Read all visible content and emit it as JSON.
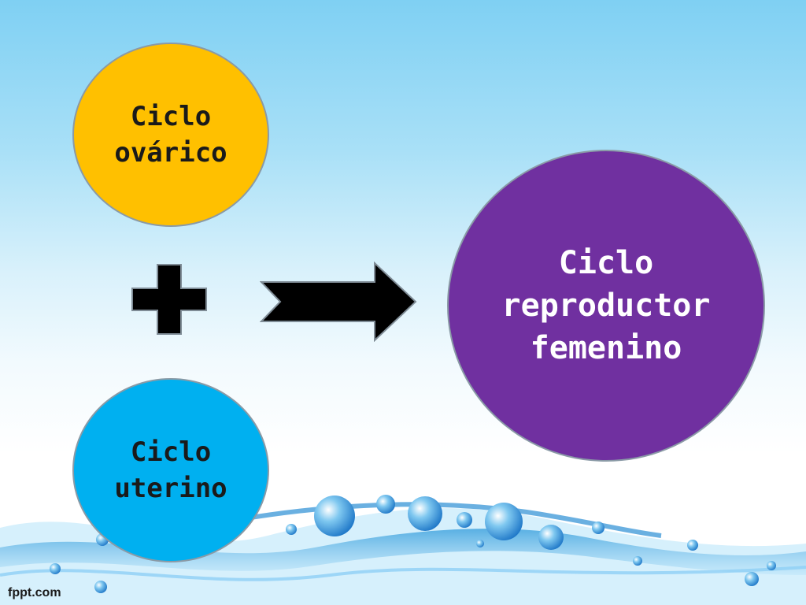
{
  "diagram": {
    "left_top_circle": {
      "text": "Ciclo\novárico",
      "color": "#ffc000"
    },
    "left_bottom_circle": {
      "text": "Ciclo\nuterino",
      "color": "#00b0f0"
    },
    "result_circle": {
      "text": "Ciclo\nreproductor\nfemenino",
      "color": "#7030a0"
    },
    "operator_icon": "plus-icon",
    "connector_icon": "right-arrow-icon"
  },
  "footer": {
    "brand": "fppt.com"
  }
}
